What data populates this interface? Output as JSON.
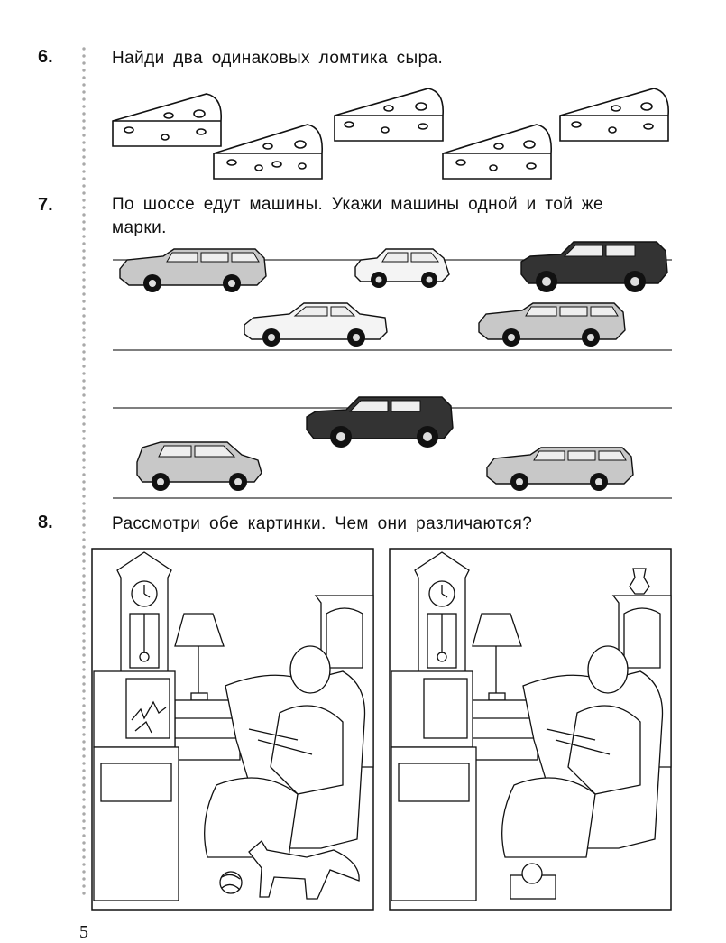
{
  "tasks": [
    {
      "number": "6.",
      "text": "Найди два одинаковых ломтика сыра."
    },
    {
      "number": "7.",
      "text_line1": "По шоссе едут машины. Укажи машины одной и той же",
      "text_line2": "марки."
    },
    {
      "number": "8.",
      "text": "Рассмотри обе картинки. Чем они различаются?"
    }
  ],
  "page_number": "5"
}
